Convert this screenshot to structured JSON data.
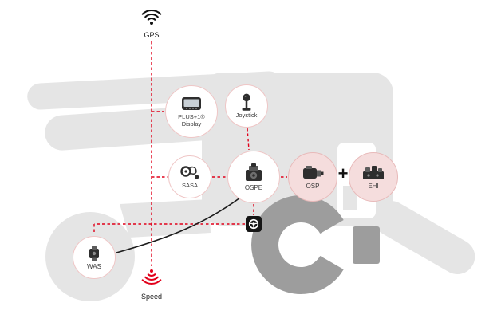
{
  "colors": {
    "accent_red": "#e2001a",
    "pink_fill": "#f5dddd",
    "pink_border": "#e8b9b9",
    "body_gray": "#e5e5e5",
    "wheel_gray": "#9d9d9d",
    "icon_dark": "#2e2e2e"
  },
  "signals": {
    "gps_label": "GPS",
    "speed_label": "Speed"
  },
  "plus_sign": "+",
  "nodes": {
    "display": {
      "label_line1": "PLUS+1®",
      "label_line2": "Display"
    },
    "joystick": {
      "label": "Joystick"
    },
    "sasa": {
      "label": "SASA"
    },
    "ospe": {
      "label": "OSPE"
    },
    "osp": {
      "label": "OSP"
    },
    "ehi": {
      "label": "EHI"
    },
    "was": {
      "label": "WAS"
    }
  }
}
